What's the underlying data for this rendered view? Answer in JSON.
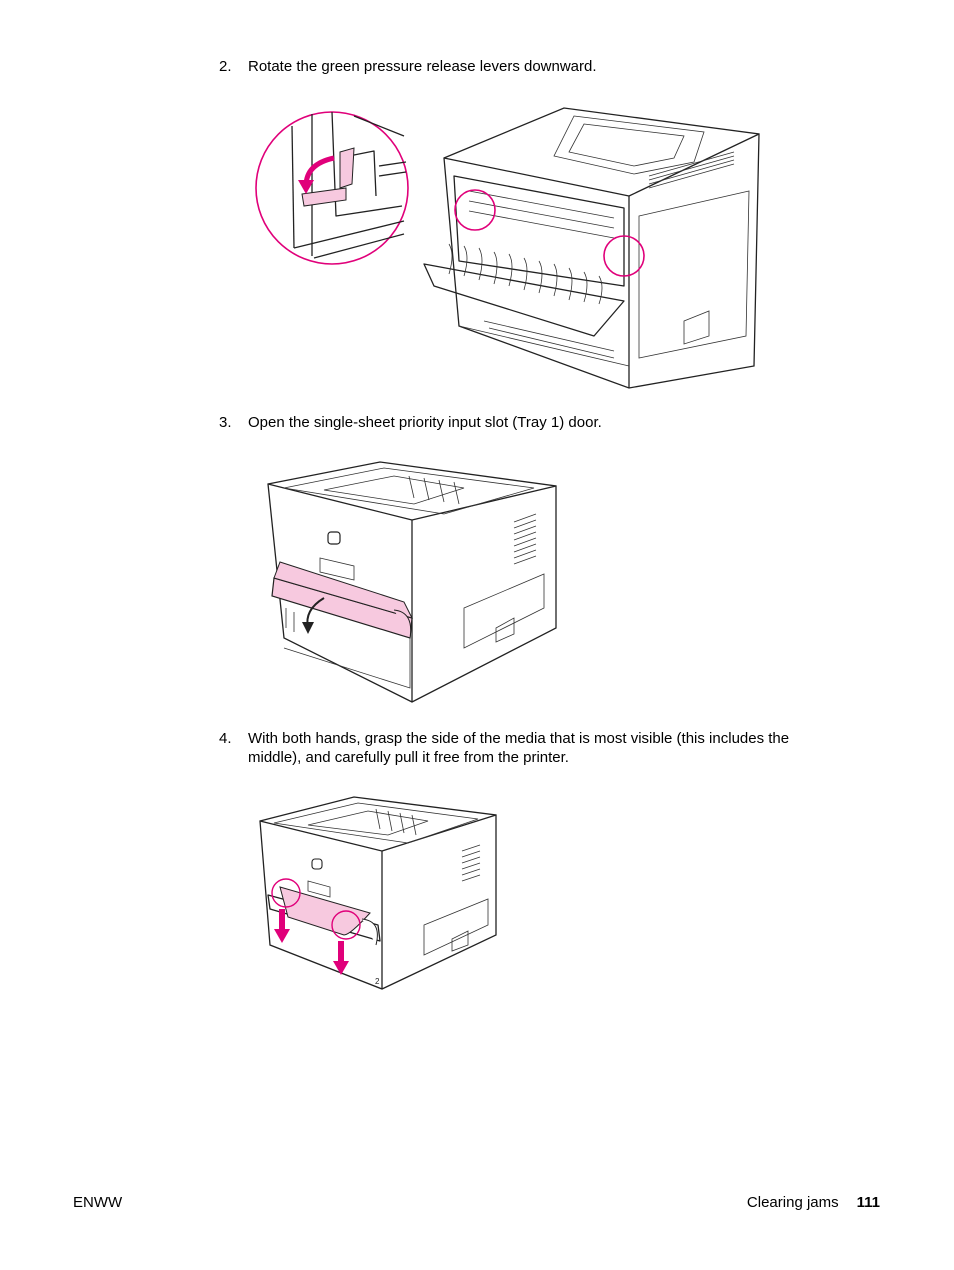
{
  "steps": [
    {
      "number": "2.",
      "text": "Rotate the green pressure release levers downward."
    },
    {
      "number": "3.",
      "text": "Open the single-sheet priority input slot (Tray 1) door."
    },
    {
      "number": "4.",
      "text": "With both hands, grasp the side of the media that is most visible (this includes the middle), and carefully pull it free from the printer."
    }
  ],
  "figures": [
    {
      "icon": "printer-rear-pressure-levers-illustration"
    },
    {
      "icon": "printer-front-tray1-door-illustration",
      "logo": "hp"
    },
    {
      "icon": "printer-front-pull-media-illustration",
      "callout": "2"
    }
  ],
  "colors": {
    "highlight": "#e0007a",
    "highlight_fill": "#f7c9df",
    "line": "#222222"
  },
  "footer": {
    "left": "ENWW",
    "section": "Clearing jams",
    "page": "111"
  }
}
